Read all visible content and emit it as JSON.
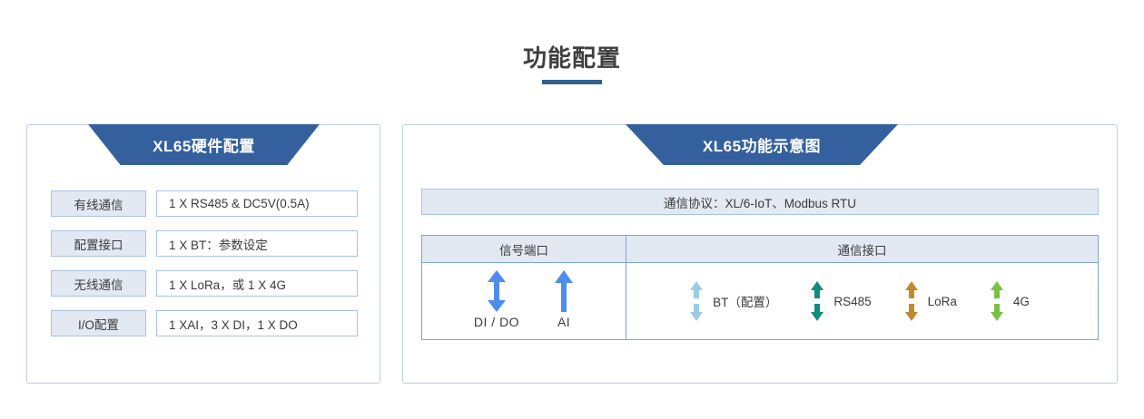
{
  "page": {
    "title": "功能配置",
    "accent_color": "#33608f",
    "ribbon_color": "#34609e",
    "panel_border_color": "#b9cce4",
    "cell_fill_color": "#e3e9f3"
  },
  "left_panel": {
    "ribbon_title": "XL65硬件配置",
    "rows": [
      {
        "label": "有线通信",
        "value": "1 X RS485 & DC5V(0.5A)"
      },
      {
        "label": "配置接口",
        "value": "1 X BT：参数设定"
      },
      {
        "label": "无线通信",
        "value": "1 X LoRa，或 1 X 4G"
      },
      {
        "label": "I/O配置",
        "value": "1 XAI，3 X DI，1 X DO"
      }
    ]
  },
  "right_panel": {
    "ribbon_title": "XL65功能示意图",
    "protocol_bar": "通信协议：XL/6-IoT、Modbus RTU",
    "table": {
      "headers": [
        "信号端口",
        "通信接口"
      ],
      "signal_ports": [
        {
          "label": "DI / DO",
          "icon": "double-arrow-icon",
          "color": "#4f8cf0",
          "direction": "bidirectional"
        },
        {
          "label": "AI",
          "icon": "up-arrow-icon",
          "color": "#4f8cf0",
          "direction": "up"
        }
      ],
      "comm_interfaces": [
        {
          "label": "BT（配置）",
          "icon": "split-double-arrow-icon",
          "color": "#9ccbe8",
          "direction": "bidirectional"
        },
        {
          "label": "RS485",
          "icon": "split-double-arrow-icon",
          "color": "#108c7e",
          "direction": "bidirectional"
        },
        {
          "label": "LoRa",
          "icon": "split-double-arrow-icon",
          "color": "#c08a2e",
          "direction": "bidirectional"
        },
        {
          "label": "4G",
          "icon": "split-double-arrow-icon",
          "color": "#7ac143",
          "direction": "bidirectional"
        }
      ]
    }
  }
}
